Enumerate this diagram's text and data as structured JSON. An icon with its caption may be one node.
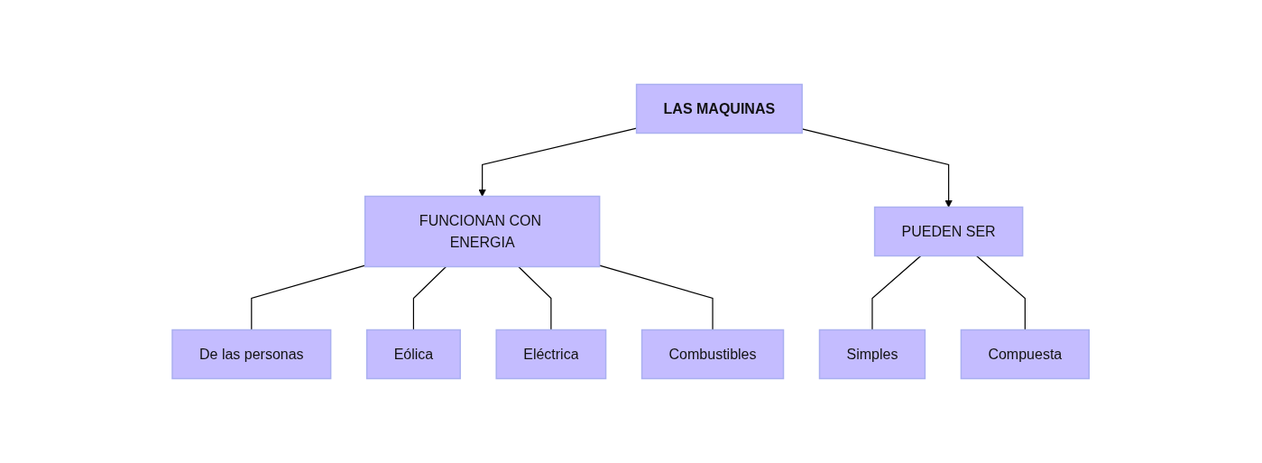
{
  "diagram": {
    "nodes": [
      {
        "text": [
          "LAS MAQUINAS"
        ]
      },
      {
        "text": [
          "FUNCIONAN CON ENERGIA"
        ]
      },
      {
        "text": [
          "PUEDEN SER"
        ]
      },
      {
        "text": [
          "De las personas"
        ]
      },
      {
        "text": [
          "Eólica"
        ]
      },
      {
        "text": [
          "Eléctrica"
        ]
      },
      {
        "text": [
          "Combustibles"
        ]
      },
      {
        "text": [
          "Simples"
        ]
      },
      {
        "text": [
          "Compuesta"
        ]
      }
    ],
    "edges": [
      {
        "from": 0,
        "to": 1,
        "arrow": "to"
      },
      {
        "from": 0,
        "to": 2,
        "arrow": "to"
      },
      {
        "from": 1,
        "to": 3,
        "arrow": "none"
      },
      {
        "from": 1,
        "to": 4,
        "arrow": "none"
      },
      {
        "from": 1,
        "to": 5,
        "arrow": "none"
      },
      {
        "from": 1,
        "to": 6,
        "arrow": "none"
      },
      {
        "from": 2,
        "to": 7,
        "arrow": "none"
      },
      {
        "from": 2,
        "to": 8,
        "arrow": "none"
      }
    ]
  }
}
